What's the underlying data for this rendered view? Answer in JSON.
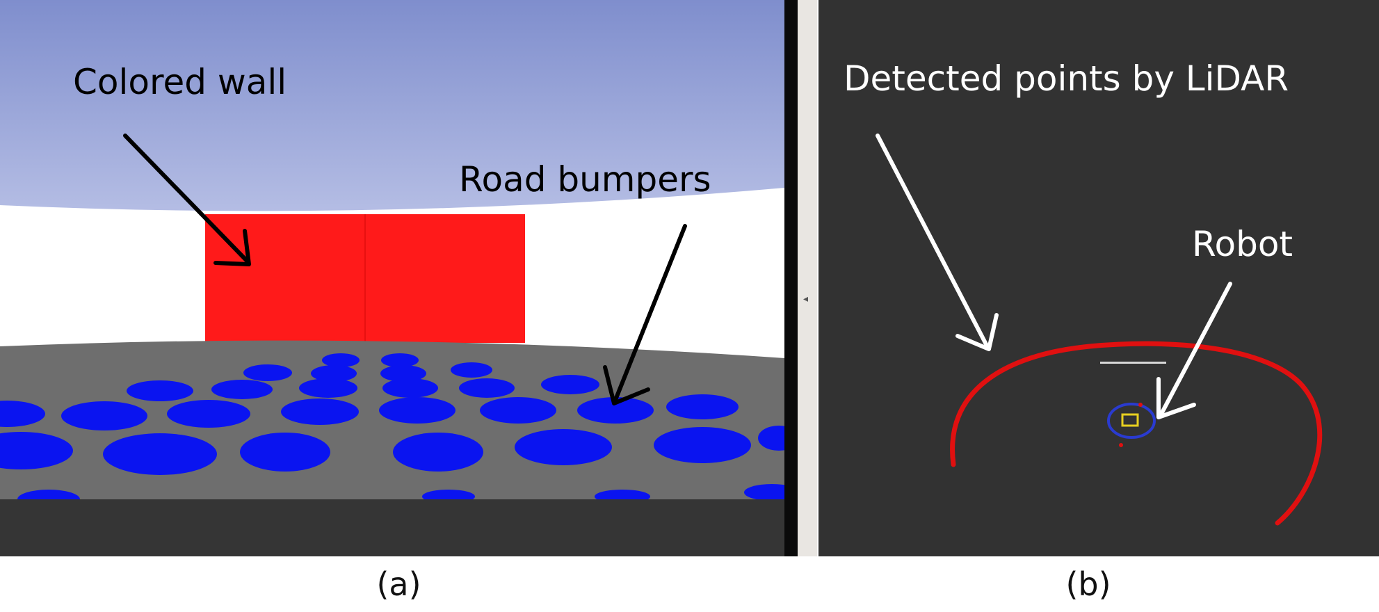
{
  "panel_a": {
    "labels": {
      "wall": "Colored wall",
      "bumpers": "Road bumpers"
    },
    "caption": "(a)",
    "colors": {
      "sky": "#8e9cd6",
      "wall": "#ff1a1a",
      "ground": "#6e6e6e",
      "bumper": "#0a14f0",
      "arrow": "#000000"
    }
  },
  "panel_b": {
    "labels": {
      "points": "Detected points  by LiDAR",
      "robot": "Robot"
    },
    "caption": "(b)",
    "colors": {
      "background": "#323232",
      "scan": "#e01010",
      "arrow": "#ffffff",
      "robot_ring": "#2a3bd0",
      "robot_body": "#e8d020"
    }
  }
}
